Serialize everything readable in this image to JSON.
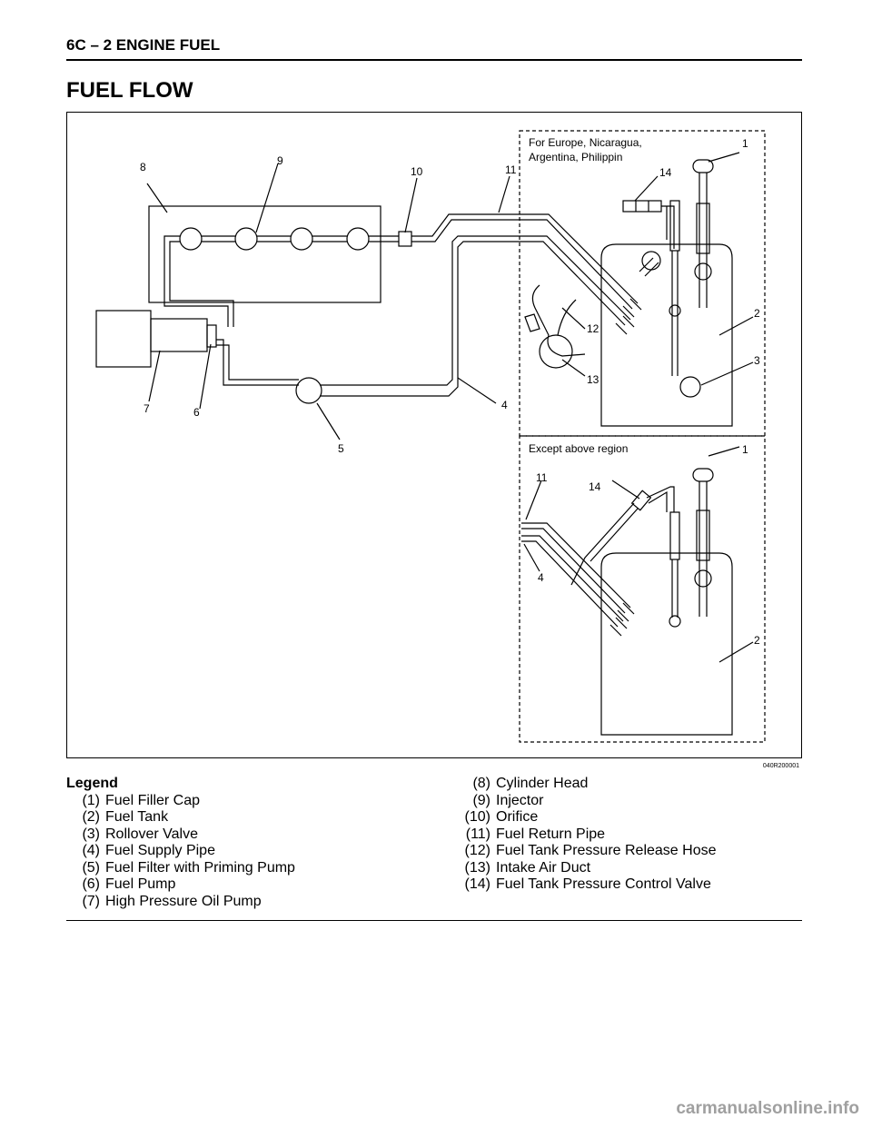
{
  "header": {
    "section": "6C – 2  ENGINE FUEL"
  },
  "title": "FUEL FLOW",
  "figure": {
    "id": "040R200001",
    "region_top": "For Europe, Nicaragua,\nArgentina, Philippin",
    "region_top_line1": "For Europe, Nicaragua,",
    "region_top_line2": "Argentina, Philippin",
    "region_bottom": "Except above region",
    "callouts": [
      "1",
      "2",
      "3",
      "4",
      "5",
      "6",
      "7",
      "8",
      "9",
      "10",
      "11",
      "12",
      "13",
      "14"
    ]
  },
  "legend": {
    "title": "Legend",
    "items": [
      {
        "num": "(1)",
        "label": "Fuel Filler Cap"
      },
      {
        "num": "(2)",
        "label": "Fuel Tank"
      },
      {
        "num": "(3)",
        "label": "Rollover Valve"
      },
      {
        "num": "(4)",
        "label": "Fuel Supply Pipe"
      },
      {
        "num": "(5)",
        "label": "Fuel Filter with Priming Pump"
      },
      {
        "num": "(6)",
        "label": "Fuel Pump"
      },
      {
        "num": "(7)",
        "label": "High Pressure Oil Pump"
      },
      {
        "num": "(8)",
        "label": "Cylinder Head"
      },
      {
        "num": "(9)",
        "label": "Injector"
      },
      {
        "num": "(10)",
        "label": "Orifice"
      },
      {
        "num": "(11)",
        "label": "Fuel Return Pipe"
      },
      {
        "num": "(12)",
        "label": "Fuel Tank Pressure Release Hose"
      },
      {
        "num": "(13)",
        "label": "Intake Air Duct"
      },
      {
        "num": "(14)",
        "label": "Fuel Tank Pressure Control Valve"
      }
    ]
  },
  "watermark": "carmanualsonline.info"
}
